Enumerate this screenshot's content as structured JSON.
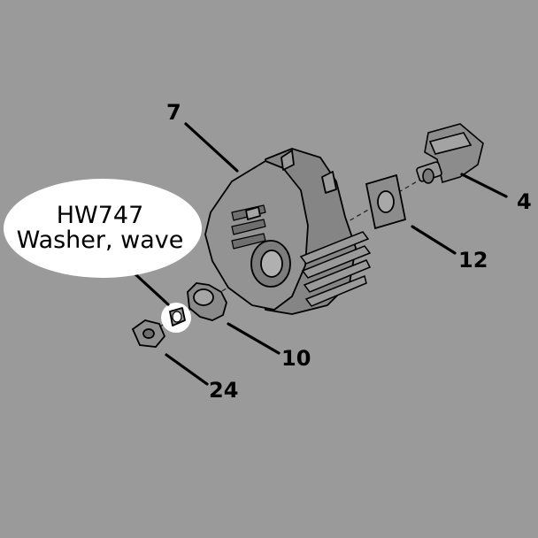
{
  "diagram": {
    "highlight": {
      "part_number": "HW747",
      "description": "Washer, wave"
    },
    "callouts": [
      {
        "id": "7"
      },
      {
        "id": "4"
      },
      {
        "id": "12"
      },
      {
        "id": "10"
      },
      {
        "id": "24"
      }
    ]
  },
  "colors": {
    "background": "#9a9a9a",
    "part_fill": "#8a8a8a",
    "part_stroke": "#000000",
    "highlight_bubble": "#ffffff"
  }
}
